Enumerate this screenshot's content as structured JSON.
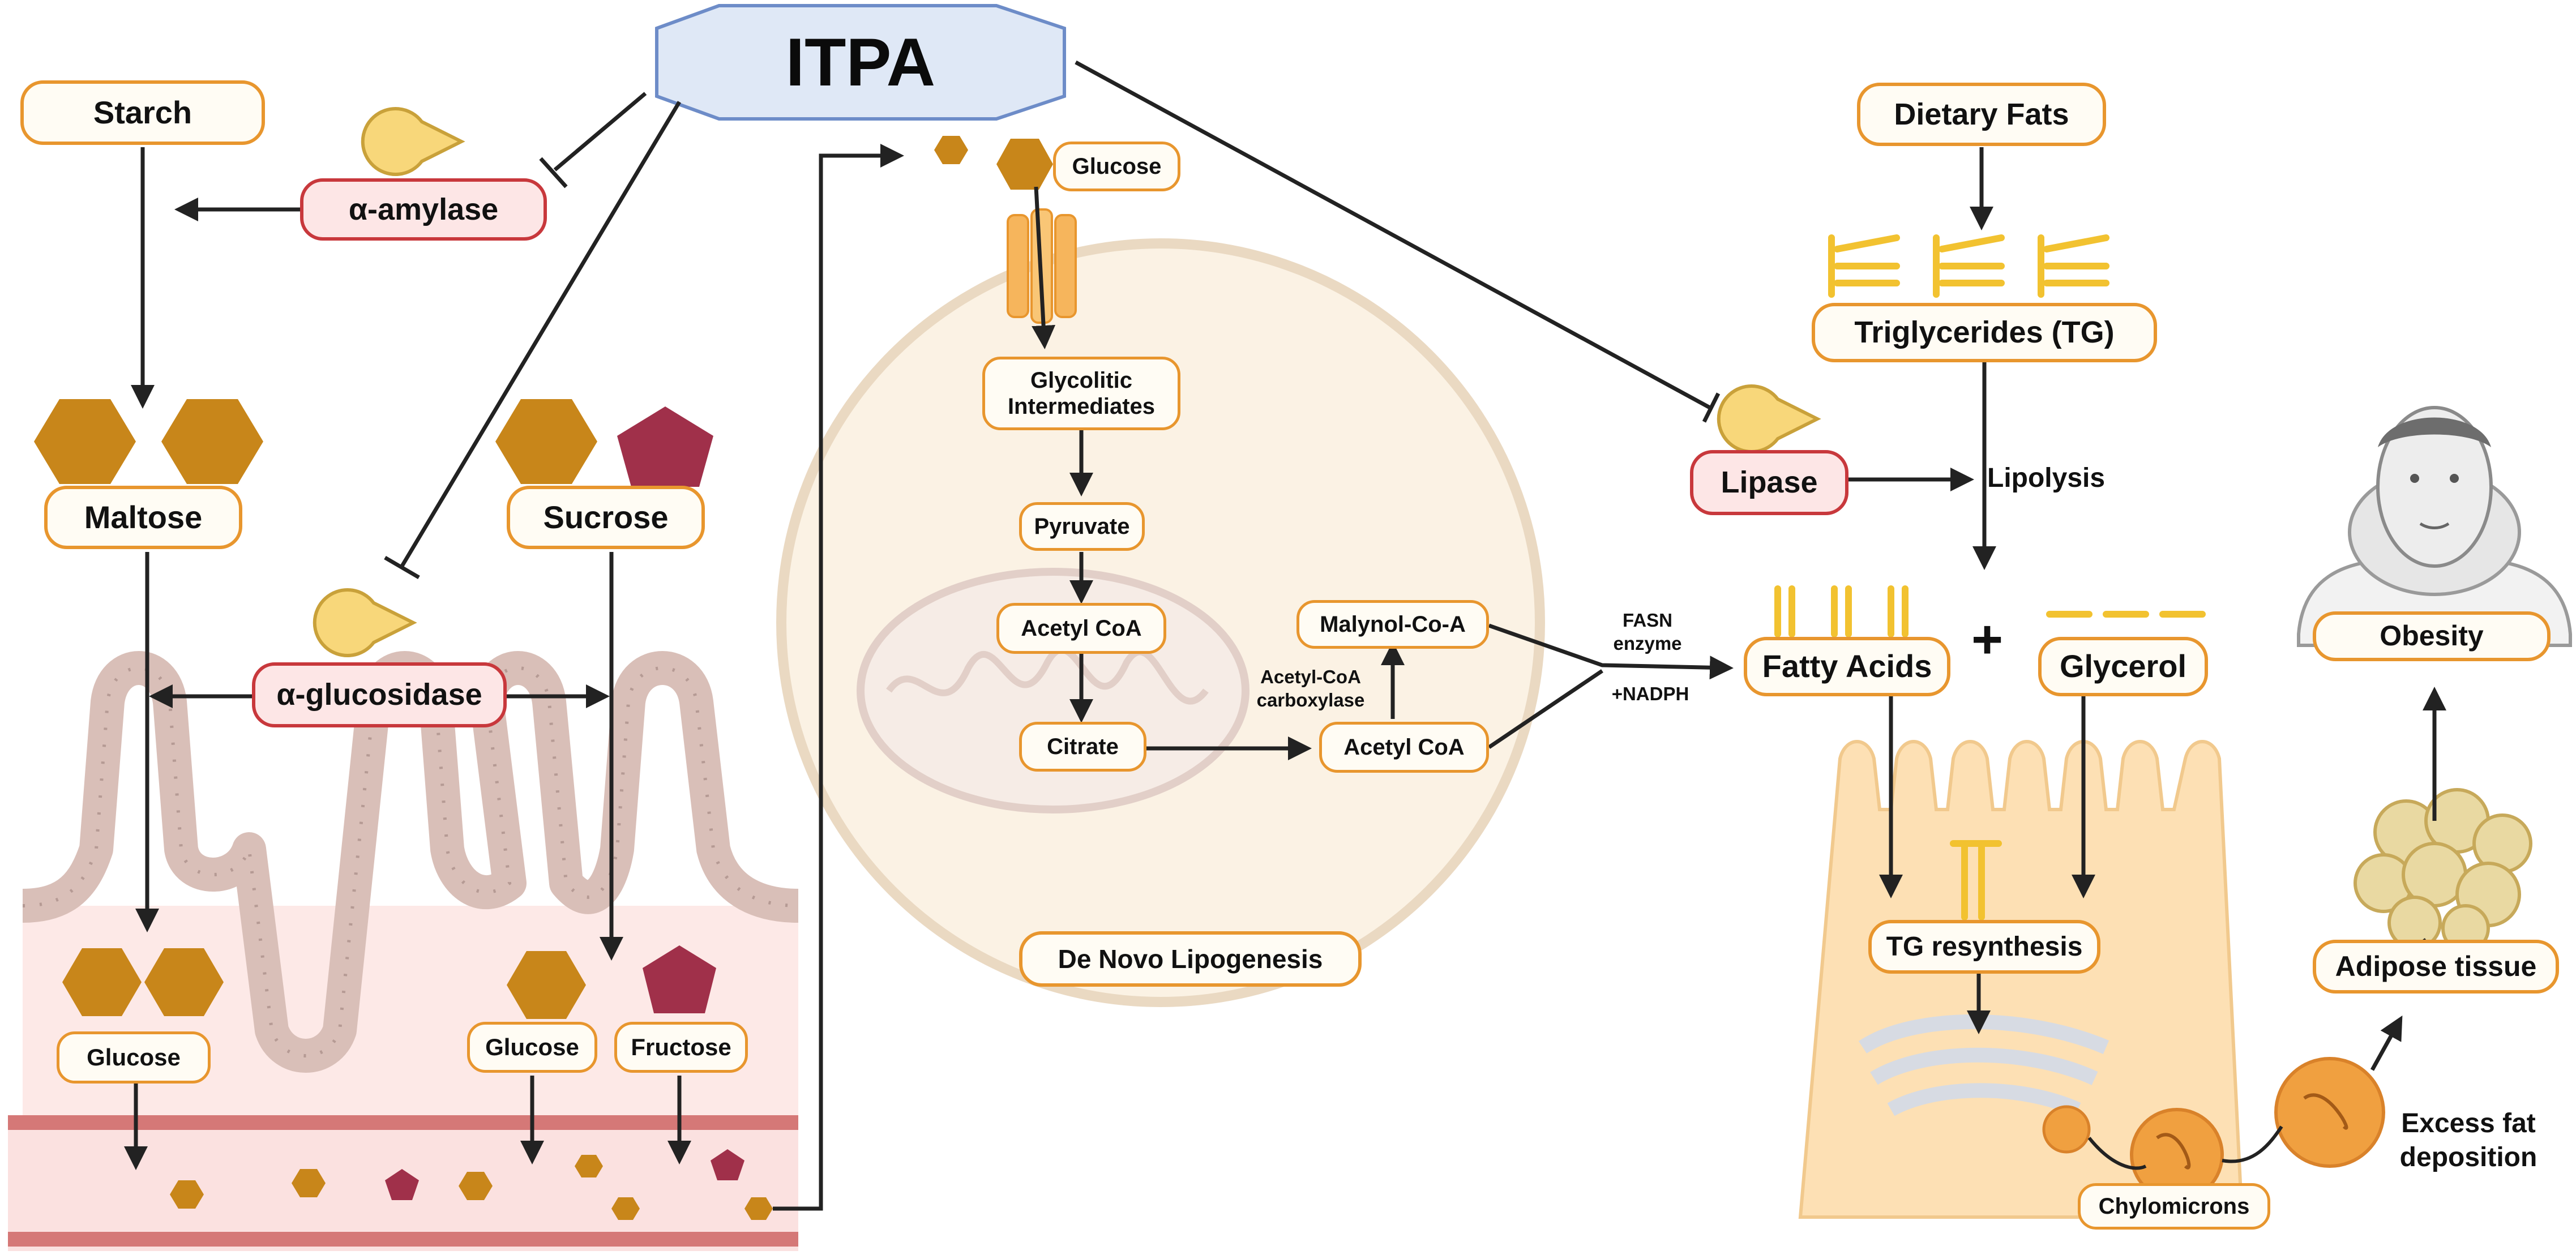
{
  "itpa": "ITPA",
  "carbs": {
    "starch": "Starch",
    "alpha_amylase": "α-amylase",
    "maltose": "Maltose",
    "sucrose": "Sucrose",
    "alpha_glucosidase": "α-glucosidase",
    "glucose_left": "Glucose",
    "glucose_mid": "Glucose",
    "fructose": "Fructose"
  },
  "dnl": {
    "glucose": "Glucose",
    "glycolitic": "Glycolitic\nIntermediates",
    "pyruvate": "Pyruvate",
    "acetyl_coa_1": "Acetyl CoA",
    "citrate": "Citrate",
    "acetyl_coa_2": "Acetyl CoA",
    "malonyl": "Malynol-Co-A",
    "acc": "Acetyl-CoA\ncarboxylase",
    "fasn": "FASN\nenzyme",
    "nadph": "+NADPH",
    "title": "De Novo Lipogenesis"
  },
  "fats": {
    "dietary": "Dietary Fats",
    "tg": "Triglycerides (TG)",
    "lipase": "Lipase",
    "lipolysis": "Lipolysis",
    "fatty_acids": "Fatty Acids",
    "plus": "+",
    "glycerol": "Glycerol",
    "tg_resynthesis": "TG resynthesis",
    "chylomicrons": "Chylomicrons",
    "excess": "Excess fat\ndeposition",
    "adipose": "Adipose tissue",
    "obesity": "Obesity"
  },
  "colors": {
    "label_border": "#e8962e",
    "enzyme_border": "#c8383c",
    "glucose_hexagon": "#c8861a",
    "fructose_pentagon": "#a0304a",
    "enzyme_pacman": "#f8d77a",
    "itpa_fill": "#dfe8f6",
    "itpa_border": "#6d8cc8",
    "cell_fill": "#fde8c8",
    "villi_fill": "#e7d2cd",
    "vessel": "#d57877"
  }
}
